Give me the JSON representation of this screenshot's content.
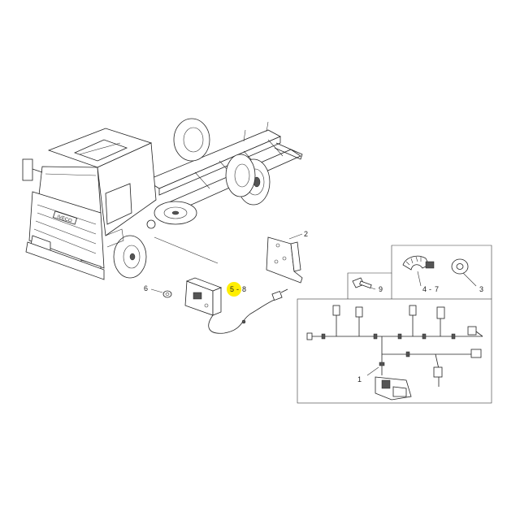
{
  "callouts": {
    "c1": "1",
    "c2": "2",
    "c3": "3",
    "c47_a": "4",
    "c47_sep": "-",
    "c47_b": "7",
    "c58_a": "5",
    "c58_sep": "-",
    "c58_b": "8",
    "c6": "6",
    "c9": "9"
  },
  "truck_grille_badge": "IVECO",
  "colors": {
    "highlight": "#ffee00",
    "ink": "#222222",
    "background": "#ffffff"
  }
}
